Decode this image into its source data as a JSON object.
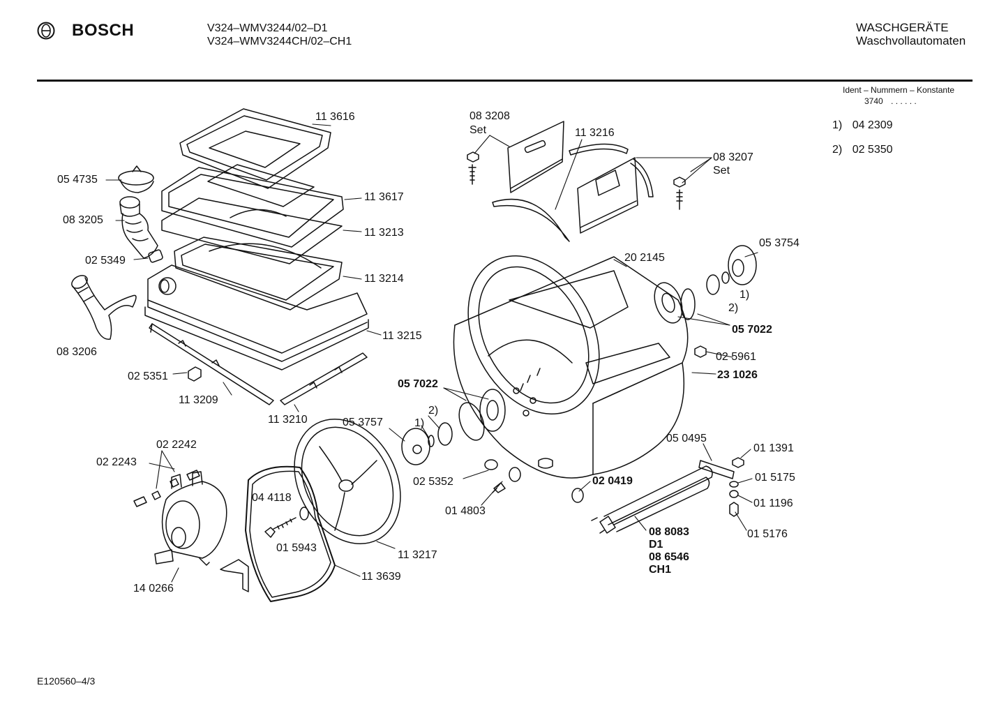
{
  "header": {
    "brand": "BOSCH",
    "model_lines": [
      "V324–WMV3244/02–D1",
      "V324–WMV3244CH/02–CH1"
    ],
    "category_lines": [
      "WASCHGERÄTE",
      "Waschvollautomaten"
    ]
  },
  "ident": {
    "title": "Ident – Nummern – Konstante",
    "value": "3740",
    "dots": ".   .   .   .   .   ."
  },
  "notes": [
    {
      "key": "1)",
      "value": "04 2309"
    },
    {
      "key": "2)",
      "value": "02 5350"
    }
  ],
  "part_labels": [
    {
      "id": "p113616",
      "text": "11 3616",
      "bold": false
    },
    {
      "id": "p054735",
      "text": "05 4735",
      "bold": false
    },
    {
      "id": "p113617",
      "text": "11 3617",
      "bold": false
    },
    {
      "id": "p083205",
      "text": "08 3205",
      "bold": false
    },
    {
      "id": "p113213",
      "text": "11 3213",
      "bold": false
    },
    {
      "id": "p025349",
      "text": "02 5349",
      "bold": false
    },
    {
      "id": "p113214",
      "text": "11 3214",
      "bold": false
    },
    {
      "id": "p113215",
      "text": "11 3215",
      "bold": false
    },
    {
      "id": "p083206",
      "text": "08 3206",
      "bold": false
    },
    {
      "id": "p025351",
      "text": "02 5351",
      "bold": false
    },
    {
      "id": "p113209",
      "text": "11 3209",
      "bold": false
    },
    {
      "id": "p113210",
      "text": "11 3210",
      "bold": false
    },
    {
      "id": "p083208",
      "text": "08 3208",
      "bold": false
    },
    {
      "id": "p083208set",
      "text": "Set",
      "bold": false
    },
    {
      "id": "p113216",
      "text": "11 3216",
      "bold": false
    },
    {
      "id": "p083207",
      "text": "08 3207",
      "bold": false
    },
    {
      "id": "p083207set",
      "text": "Set",
      "bold": false
    },
    {
      "id": "p053754",
      "text": "05 3754",
      "bold": false
    },
    {
      "id": "p202145",
      "text": "20 2145",
      "bold": false
    },
    {
      "id": "pn1a",
      "text": "1)",
      "bold": false
    },
    {
      "id": "pn2a",
      "text": "2)",
      "bold": false
    },
    {
      "id": "p057022a",
      "text": "05 7022",
      "bold": true
    },
    {
      "id": "p025961",
      "text": "02 5961",
      "bold": false
    },
    {
      "id": "p231026",
      "text": "23  1026",
      "bold": true
    },
    {
      "id": "p057022b",
      "text": "05 7022",
      "bold": true
    },
    {
      "id": "pn2b",
      "text": "2)",
      "bold": false
    },
    {
      "id": "p053757",
      "text": "05 3757",
      "bold": false
    },
    {
      "id": "pn1b",
      "text": "1)",
      "bold": false
    },
    {
      "id": "p022242",
      "text": "02 2242",
      "bold": false
    },
    {
      "id": "p022243",
      "text": "02 2243",
      "bold": false
    },
    {
      "id": "p050495",
      "text": "05 0495",
      "bold": false
    },
    {
      "id": "p011391",
      "text": "01 1391",
      "bold": false
    },
    {
      "id": "p025352",
      "text": "02 5352",
      "bold": false
    },
    {
      "id": "p020419",
      "text": "02 0419",
      "bold": true
    },
    {
      "id": "p015175",
      "text": "01 5175",
      "bold": false
    },
    {
      "id": "p044118",
      "text": "04 4118",
      "bold": false
    },
    {
      "id": "p014803",
      "text": "01 4803",
      "bold": false
    },
    {
      "id": "p011196",
      "text": "01 1196",
      "bold": false
    },
    {
      "id": "p015943",
      "text": "01 5943",
      "bold": false
    },
    {
      "id": "p088083",
      "text": "08  8083",
      "bold": true
    },
    {
      "id": "pd1",
      "text": "D1",
      "bold": true
    },
    {
      "id": "p015176",
      "text": "01 5176",
      "bold": false
    },
    {
      "id": "p113217",
      "text": "11 3217",
      "bold": false
    },
    {
      "id": "p086546",
      "text": "08  6546",
      "bold": true
    },
    {
      "id": "pch1",
      "text": "CH1",
      "bold": true
    },
    {
      "id": "p113639",
      "text": "11 3639",
      "bold": false
    },
    {
      "id": "p140266",
      "text": "14 0266",
      "bold": false
    }
  ],
  "footer": {
    "code": "E120560–4/3"
  }
}
